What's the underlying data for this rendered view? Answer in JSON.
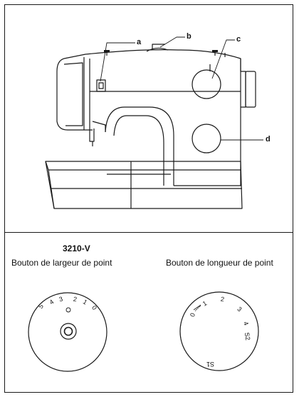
{
  "callouts": {
    "a": "a",
    "b": "b",
    "c": "c",
    "d": "d"
  },
  "lower_panel": {
    "model": "3210-V",
    "left_caption": "Bouton de largeur de point",
    "right_caption": "Bouton de longueur de point"
  },
  "stitch_width_dial": {
    "numbers": [
      "5",
      "4",
      "3",
      "2",
      "1",
      "0"
    ]
  },
  "stitch_length_dial": {
    "numbers": [
      "0",
      "1",
      "2",
      "3",
      "4",
      "S2",
      "S1"
    ]
  }
}
